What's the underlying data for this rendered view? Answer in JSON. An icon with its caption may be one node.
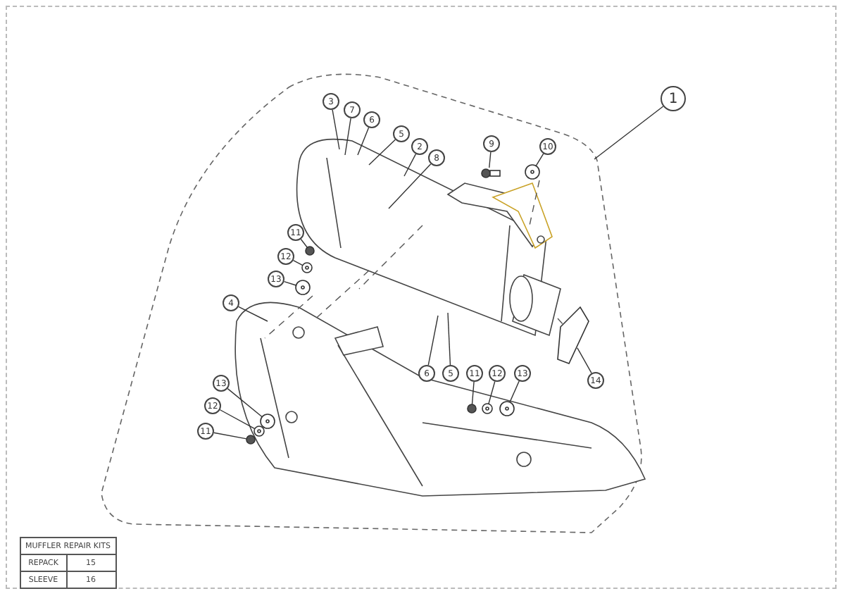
{
  "diagram": {
    "nodes": [
      {
        "text": [
          "1"
        ]
      },
      {
        "text": [
          "3"
        ]
      },
      {
        "text": [
          "7"
        ]
      },
      {
        "text": [
          "6"
        ]
      },
      {
        "text": [
          "5"
        ]
      },
      {
        "text": [
          "2"
        ]
      },
      {
        "text": [
          "8"
        ]
      },
      {
        "text": [
          "9"
        ]
      },
      {
        "text": [
          "10"
        ]
      },
      {
        "text": [
          "11"
        ]
      },
      {
        "text": [
          "12"
        ]
      },
      {
        "text": [
          "13"
        ]
      },
      {
        "text": [
          "4"
        ]
      },
      {
        "text": [
          "6"
        ]
      },
      {
        "text": [
          "5"
        ]
      },
      {
        "text": [
          "11"
        ]
      },
      {
        "text": [
          "12"
        ]
      },
      {
        "text": [
          "13"
        ]
      },
      {
        "text": [
          "14"
        ]
      },
      {
        "text": [
          "13"
        ]
      },
      {
        "text": [
          "12"
        ]
      },
      {
        "text": [
          "11"
        ]
      },
      {
        "text": [],
        "shape": "picture"
      },
      {
        "text": [],
        "shape": "circle"
      },
      {
        "text": [],
        "shape": "circle"
      },
      {
        "text": [],
        "shape": "circle"
      },
      {
        "text": [],
        "shape": "circle"
      },
      {
        "text": [],
        "shape": "circle"
      },
      {
        "text": [],
        "shape": "circle"
      },
      {
        "text": [],
        "shape": "circle"
      },
      {
        "text": [],
        "shape": "picture"
      },
      {
        "text": [],
        "shape": "circle"
      },
      {
        "text": [],
        "shape": "circle"
      },
      {
        "text": [],
        "shape": "circle"
      }
    ],
    "edges": [
      {
        "from": 0,
        "to": null,
        "arrow": "none"
      },
      {
        "from": 1,
        "to": null,
        "arrow": "none"
      },
      {
        "from": 2,
        "to": null,
        "arrow": "none"
      },
      {
        "from": 3,
        "to": null,
        "arrow": "none"
      },
      {
        "from": 4,
        "to": null,
        "arrow": "none"
      },
      {
        "from": 5,
        "to": null,
        "arrow": "none"
      },
      {
        "from": 6,
        "to": null,
        "arrow": "none"
      },
      {
        "from": 7,
        "to": 22,
        "arrow": "none"
      },
      {
        "from": 8,
        "to": 23,
        "arrow": "none"
      },
      {
        "from": 9,
        "to": 24,
        "arrow": "none"
      },
      {
        "from": 10,
        "to": 25,
        "arrow": "none"
      },
      {
        "from": 11,
        "to": 26,
        "arrow": "none"
      },
      {
        "from": 12,
        "to": null,
        "arrow": "none"
      },
      {
        "from": 13,
        "to": null,
        "arrow": "none"
      },
      {
        "from": 14,
        "to": null,
        "arrow": "none"
      },
      {
        "from": 15,
        "to": 27,
        "arrow": "none"
      },
      {
        "from": 16,
        "to": 28,
        "arrow": "none"
      },
      {
        "from": 17,
        "to": 29,
        "arrow": "none"
      },
      {
        "from": 18,
        "to": 30,
        "arrow": "none"
      },
      {
        "from": 19,
        "to": 33,
        "arrow": "none"
      },
      {
        "from": 20,
        "to": 32,
        "arrow": "none"
      },
      {
        "from": 21,
        "to": 31,
        "arrow": "none"
      }
    ],
    "labels": [
      "MUFFLER REPAIR KITS",
      "REPACK",
      "15",
      "SLEEVE",
      "16"
    ]
  }
}
